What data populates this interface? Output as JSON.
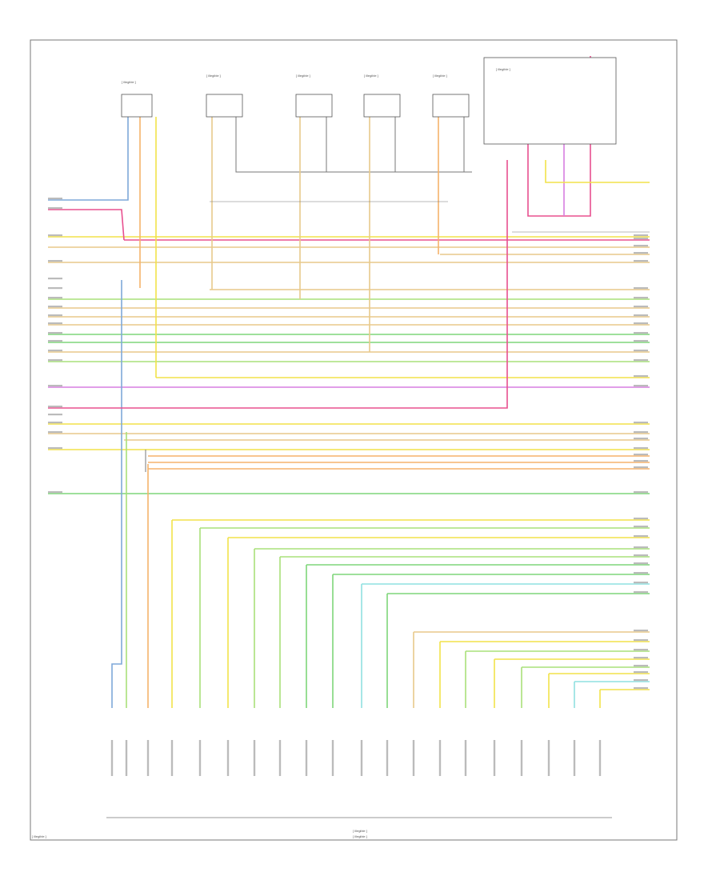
{
  "diagram_label": "[ illegible ]",
  "footer": {
    "title_line1": "[ illegible ]",
    "title_line2": "[ illegible ]"
  },
  "connectors": [
    {
      "name": "top-left-sensor",
      "label": "[ illegible ]"
    },
    {
      "name": "module-a",
      "label": "[ illegible ]"
    },
    {
      "name": "module-b",
      "label": "[ illegible ]"
    },
    {
      "name": "module-c",
      "label": "[ illegible ]"
    },
    {
      "name": "module-d",
      "label": "[ illegible ]"
    },
    {
      "name": "relay-block",
      "label": "[ illegible ]"
    }
  ],
  "wire_colors": {
    "blue": "#7fa8d8",
    "pink": "#e8508f",
    "yellow": "#f2e24a",
    "tan": "#e8c98a",
    "orange": "#f5b26b",
    "green": "#7ed67a",
    "light_green": "#a8e07a",
    "white": "#e8e8e8",
    "violet": "#d77fe0",
    "cyan": "#8fe0e0",
    "gray": "#777777"
  }
}
